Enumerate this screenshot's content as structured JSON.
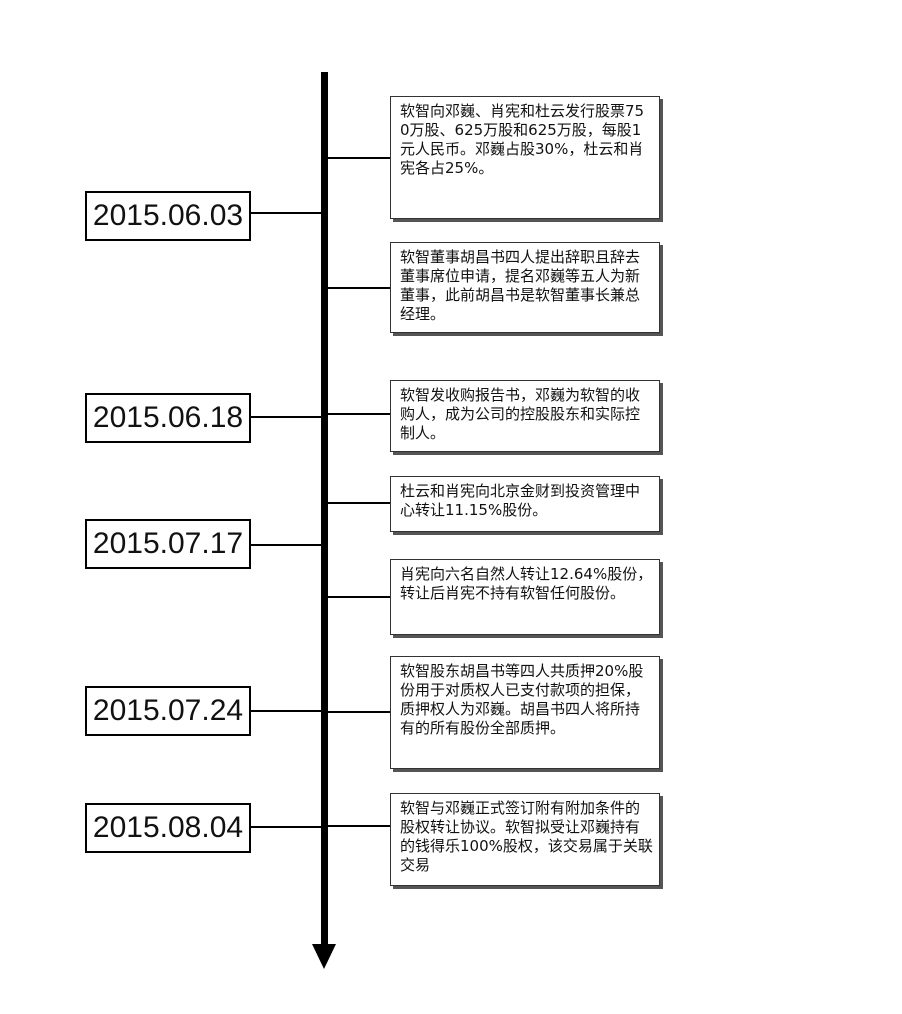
{
  "timeline": {
    "dates": [
      {
        "label": "2015.06.03"
      },
      {
        "label": "2015.06.18"
      },
      {
        "label": "2015.07.17"
      },
      {
        "label": "2015.07.24"
      },
      {
        "label": "2015.08.04"
      }
    ],
    "events": [
      {
        "text": "软智向邓巍、肖宪和杜云发行股票750万股、625万股和625万股，每股1元人民币。邓巍占股30%，杜云和肖宪各占25%。"
      },
      {
        "text": "软智董事胡昌书四人提出辞职且辞去董事席位申请，提名邓巍等五人为新董事，此前胡昌书是软智董事长兼总经理。"
      },
      {
        "text": "软智发收购报告书，邓巍为软智的收购人，成为公司的控股股东和实际控制人。"
      },
      {
        "text": "杜云和肖宪向北京金财到投资管理中心转让11.15%股份。"
      },
      {
        "text": "肖宪向六名自然人转让12.64%股份，转让后肖宪不持有软智任何股份。"
      },
      {
        "text": "软智股东胡昌书等四人共质押20%股份用于对质权人已支付款项的担保，质押权人为邓巍。胡昌书四人将所持有的所有股份全部质押。"
      },
      {
        "text": "软智与邓巍正式签订附有附加条件的股权转让协议。软智拟受让邓巍持有的钱得乐100%股权，该交易属于关联交易"
      }
    ]
  }
}
